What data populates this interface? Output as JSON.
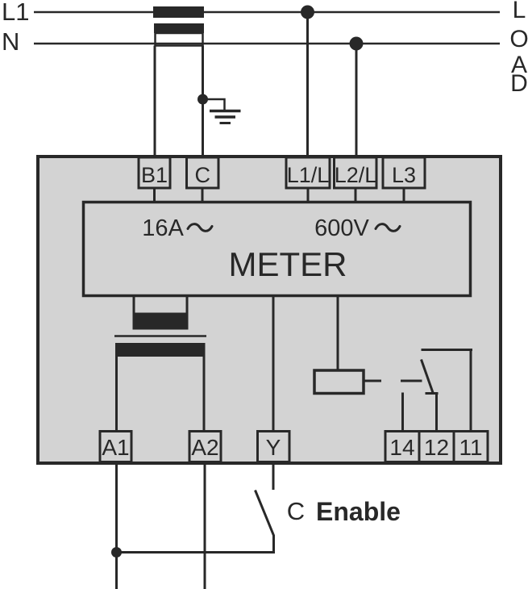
{
  "colors": {
    "background": "#ffffff",
    "stroke": "#282828",
    "device_fill": "#d3d3d3"
  },
  "supply": {
    "phase": "L1",
    "neutral": "N"
  },
  "load": {
    "letters": [
      "L",
      "O",
      "A",
      "D"
    ]
  },
  "device": {
    "top_terminals": [
      {
        "label": "B1"
      },
      {
        "label": "C"
      },
      {
        "label": "L1/L"
      },
      {
        "label": "L2/L"
      },
      {
        "label": "L3"
      }
    ],
    "meter": {
      "current_rating": "16A",
      "voltage_rating": "600V",
      "name": "METER"
    },
    "bottom_terminals": [
      {
        "label": "A1"
      },
      {
        "label": "A2"
      },
      {
        "label": "Y"
      },
      {
        "label": "14"
      },
      {
        "label": "12"
      },
      {
        "label": "11"
      }
    ]
  },
  "enable": {
    "common_label": "C",
    "switch_label": "Enable"
  }
}
